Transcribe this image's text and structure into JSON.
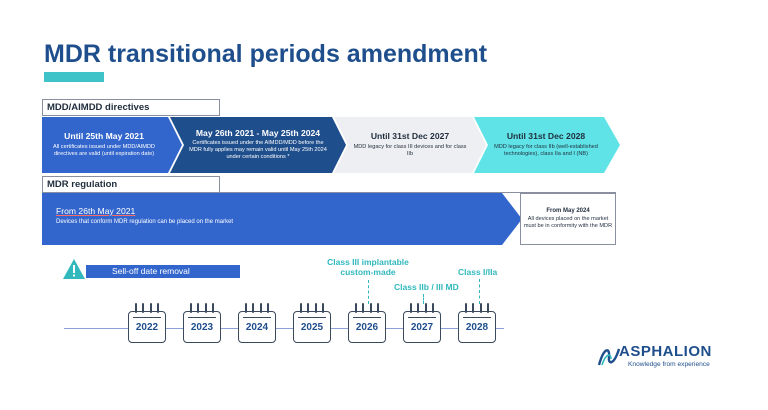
{
  "title": "MDR transitional periods amendment",
  "colors": {
    "title": "#1f4e8c",
    "accent": "#3fc3c8",
    "blue": "#3366cc",
    "navy": "#1f4e8c",
    "grey": "#eeeff2",
    "teal": "#5fe3e6",
    "callout": "#30b8bd"
  },
  "sections": {
    "directives": "MDD/AIMDD directives",
    "regulation": "MDR regulation"
  },
  "chevrons": [
    {
      "heading": "Until 25th May 2021",
      "body": "All certificates issued under MDD/AIMDD directives are valid (until expiration date)"
    },
    {
      "heading": "May 26th 2021 - May 25th 2024",
      "body": "Certificates issued under the AIMDD/MDD before the MDR fully applies may remain valid until May 25th 2024 under certain conditions *"
    },
    {
      "heading": "Until 31st Dec 2027",
      "body": "MDD legacy for class III devices and for class IIb"
    },
    {
      "heading": "Until 31st Dec 2028",
      "body": "MDD legacy for class IIb (well-established technologies), class IIa and I (NB)"
    }
  ],
  "mdr": {
    "heading": "From 26th May 2021",
    "body": "Devices that conform MDR regulation can be placed on the market",
    "box_heading": "From May 2024",
    "box_body": "All devices placed on the market must be in conformity with the MDR"
  },
  "selloff": {
    "label": "Sell-off date removal",
    "icon": "warning-icon"
  },
  "years": [
    "2022",
    "2023",
    "2024",
    "2025",
    "2026",
    "2027",
    "2028"
  ],
  "callouts": {
    "class3": "Class III implantable custom-made",
    "class2b": "Class IIb / III MD",
    "class1": "Class I/IIa"
  },
  "logo": {
    "name": "ASPHALION",
    "tagline": "Knowledge from experience"
  }
}
